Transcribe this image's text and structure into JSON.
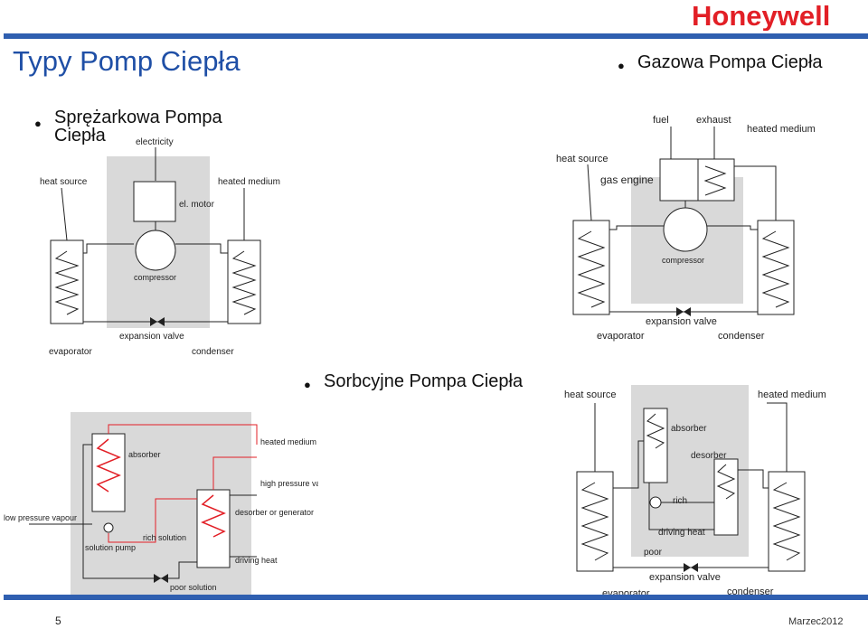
{
  "brand": {
    "logo_text": "Honeywell",
    "accent_color": "#e21f26",
    "bar_color": "#2f5fb0"
  },
  "slide": {
    "title": "Typy Pomp Ciepła",
    "page_number": "5",
    "date": "Marzec2012"
  },
  "bullets": {
    "compression": "Sprężarkowa Pompa Ciepła",
    "gas": "Gazowa Pompa Ciepła",
    "sorption": "Sorbcyjne Pompa Ciepła"
  },
  "diagram_compression": {
    "electricity": "electricity",
    "heat_source": "heat source",
    "heated_medium": "heated medium",
    "motor": "el. motor",
    "compressor": "compressor",
    "expansion_valve": "expansion valve",
    "evaporator": "evaporator",
    "condenser": "condenser"
  },
  "diagram_gas": {
    "fuel": "fuel",
    "exhaust": "exhaust",
    "heated_medium": "heated medium",
    "heat_source": "heat source",
    "engine": "gas engine",
    "compressor": "compressor",
    "expansion_valve": "expansion valve",
    "evaporator": "evaporator",
    "condenser": "condenser"
  },
  "diagram_sorption_detail": {
    "heated_medium": "heated medium",
    "absorber": "absorber",
    "high_pressure_vapour": "high pressure vapour",
    "low_pressure_vapour": "low pressure vapour",
    "desorber": "desorber or generator",
    "solution_pump": "solution pump",
    "rich_solution": "rich solution",
    "driving_heat": "driving heat",
    "poor_solution": "poor solution"
  },
  "diagram_sorption": {
    "heat_source": "heat source",
    "heated_medium": "heated medium",
    "absorber": "absorber",
    "desorber": "desorber",
    "rich": "rich",
    "driving_heat": "driving heat",
    "poor": "poor",
    "expansion_valve": "expansion valve",
    "evaporator": "evaporator",
    "condenser": "condenser"
  }
}
